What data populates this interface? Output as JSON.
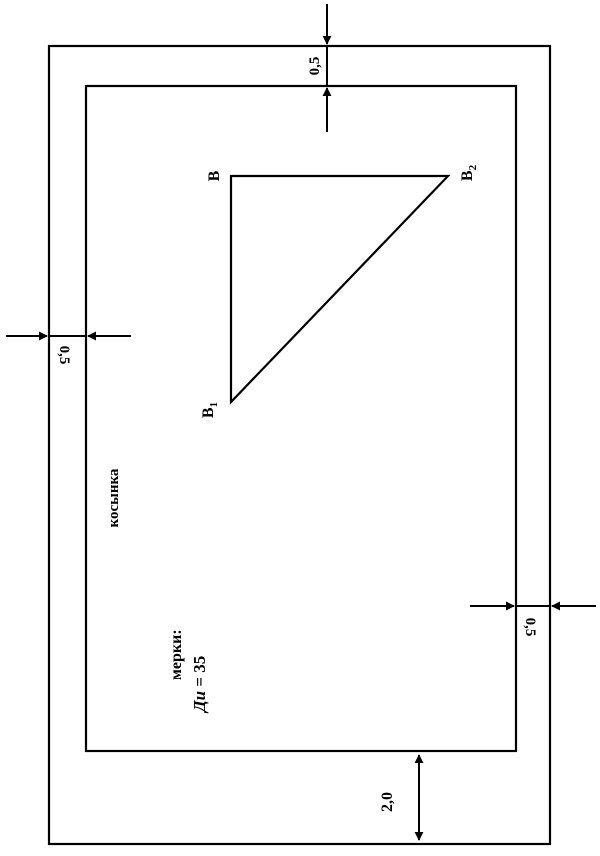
{
  "labels": {
    "vertex_b": "B",
    "vertex_b1_base": "B",
    "vertex_b1_sub": "1",
    "vertex_b2_base": "B",
    "vertex_b2_sub": "2",
    "piece_name": "косынка",
    "measures_title": "мерки:",
    "measure_name": "Ди",
    "measure_value": "= 35"
  },
  "allowances": {
    "top": "0,5",
    "left": "0,5",
    "right": "0,5",
    "bottom": "2,0"
  },
  "colors": {
    "line": "#000000",
    "background": "#ffffff"
  }
}
